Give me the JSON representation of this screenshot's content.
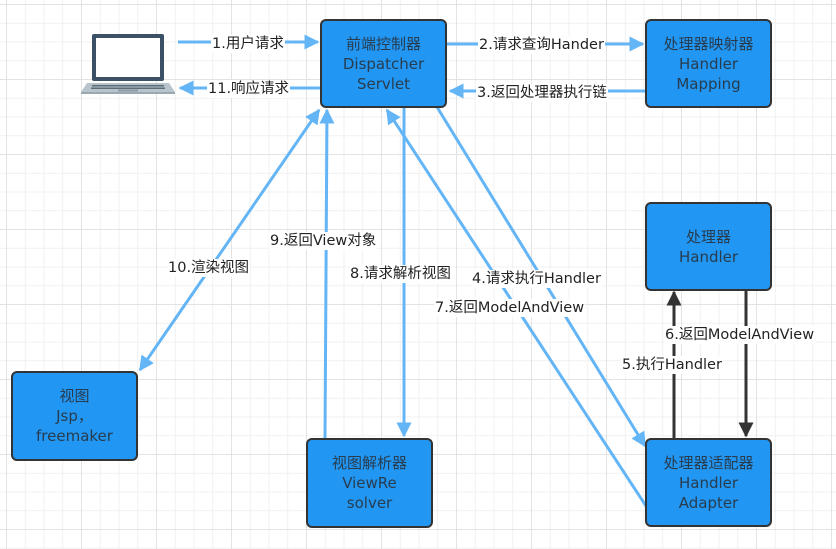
{
  "diagram": {
    "title": "SpringMVC request flow",
    "colors": {
      "node_fill": "#2196f3",
      "node_border": "#333333",
      "arrow_blue": "#64b5f6",
      "arrow_dark": "#333333",
      "node_text": "#283c4e"
    },
    "client": {
      "icon": "laptop-icon"
    },
    "nodes": {
      "dispatcher": [
        "前端控制器",
        "Dispatcher",
        "Servlet"
      ],
      "mapping": [
        "处理器映射器",
        "Handler",
        "Mapping"
      ],
      "handler": [
        "处理器",
        "Handler"
      ],
      "adapter": [
        "处理器适配器",
        "Handler",
        "Adapter"
      ],
      "view": [
        "视图",
        "Jsp，",
        "freemaker"
      ],
      "resolver": [
        "视图解析器",
        "ViewRe",
        "solver"
      ]
    },
    "edges": {
      "e1": "1.用户请求",
      "e2": "2.请求查询Hander",
      "e3": "3.返回处理器执行链",
      "e4": "4.请求执行Handler",
      "e5": "5.执行Handler",
      "e6": "6.返回ModelAndView",
      "e7": "7.返回ModelAndView",
      "e8": "8.请求解析视图",
      "e9": "9.返回View对象",
      "e10": "10.渲染视图",
      "e11": "11.响应请求"
    }
  }
}
